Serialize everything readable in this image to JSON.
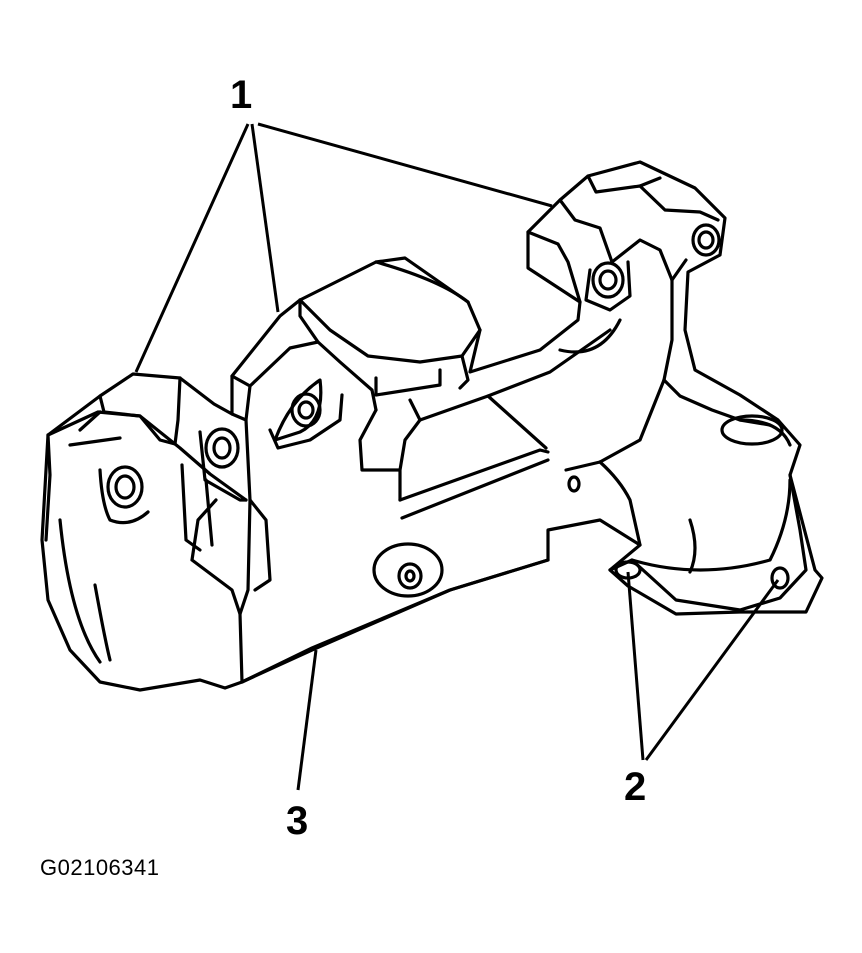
{
  "callouts": {
    "c1": "1",
    "c2": "2",
    "c3": "3"
  },
  "caption": "G02106341"
}
